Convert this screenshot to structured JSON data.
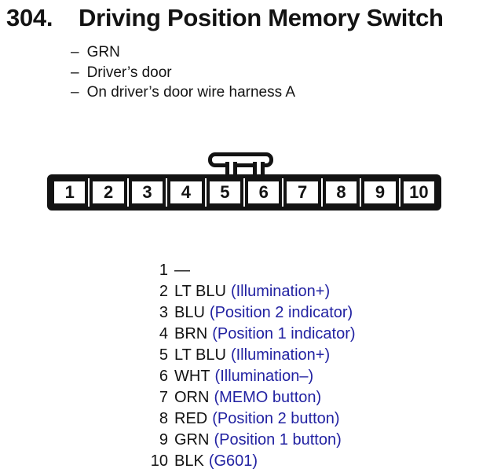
{
  "title": {
    "number": "304.",
    "text": "Driving Position Memory Switch"
  },
  "notes": [
    {
      "bullet": "–",
      "text": "GRN"
    },
    {
      "bullet": "–",
      "text": "Driver’s door"
    },
    {
      "bullet": "–",
      "text": "On driver’s door wire harness A"
    }
  ],
  "connector": {
    "pins": [
      "1",
      "2",
      "3",
      "4",
      "5",
      "6",
      "7",
      "8",
      "9",
      "10"
    ]
  },
  "pin_table": {
    "rows": [
      {
        "number": "1",
        "color": "—",
        "function": ""
      },
      {
        "number": "2",
        "color": "LT BLU",
        "function": "(Illumination+)"
      },
      {
        "number": "3",
        "color": "BLU",
        "function": "(Position 2 indicator)"
      },
      {
        "number": "4",
        "color": "BRN",
        "function": "(Position 1 indicator)"
      },
      {
        "number": "5",
        "color": "LT BLU",
        "function": "(Illumination+)"
      },
      {
        "number": "6",
        "color": "WHT",
        "function": "(Illumination–)"
      },
      {
        "number": "7",
        "color": "ORN",
        "function": "(MEMO button)"
      },
      {
        "number": "8",
        "color": "RED",
        "function": "(Position 2 button)"
      },
      {
        "number": "9",
        "color": "GRN",
        "function": "(Position 1 button)"
      },
      {
        "number": "10",
        "color": "BLK",
        "function": "(G601)"
      }
    ]
  },
  "colors": {
    "ink": "#131313",
    "function_blue": "#2222a2",
    "paper": "#ffffff"
  }
}
